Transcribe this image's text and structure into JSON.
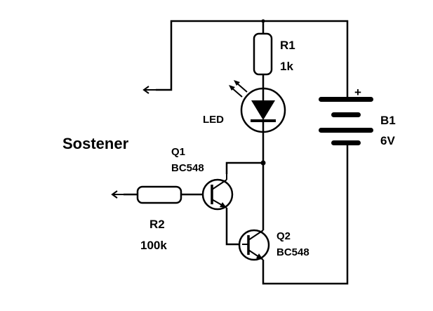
{
  "title": "Sostener",
  "components": {
    "r1": {
      "ref": "R1",
      "value": "1k"
    },
    "r2": {
      "ref": "R2",
      "value": "100k"
    },
    "led": {
      "label": "LED"
    },
    "b1": {
      "ref": "B1",
      "value": "6V",
      "polarity": "+"
    },
    "q1": {
      "ref": "Q1",
      "part": "BC548"
    },
    "q2": {
      "ref": "Q2",
      "part": "BC548"
    }
  }
}
